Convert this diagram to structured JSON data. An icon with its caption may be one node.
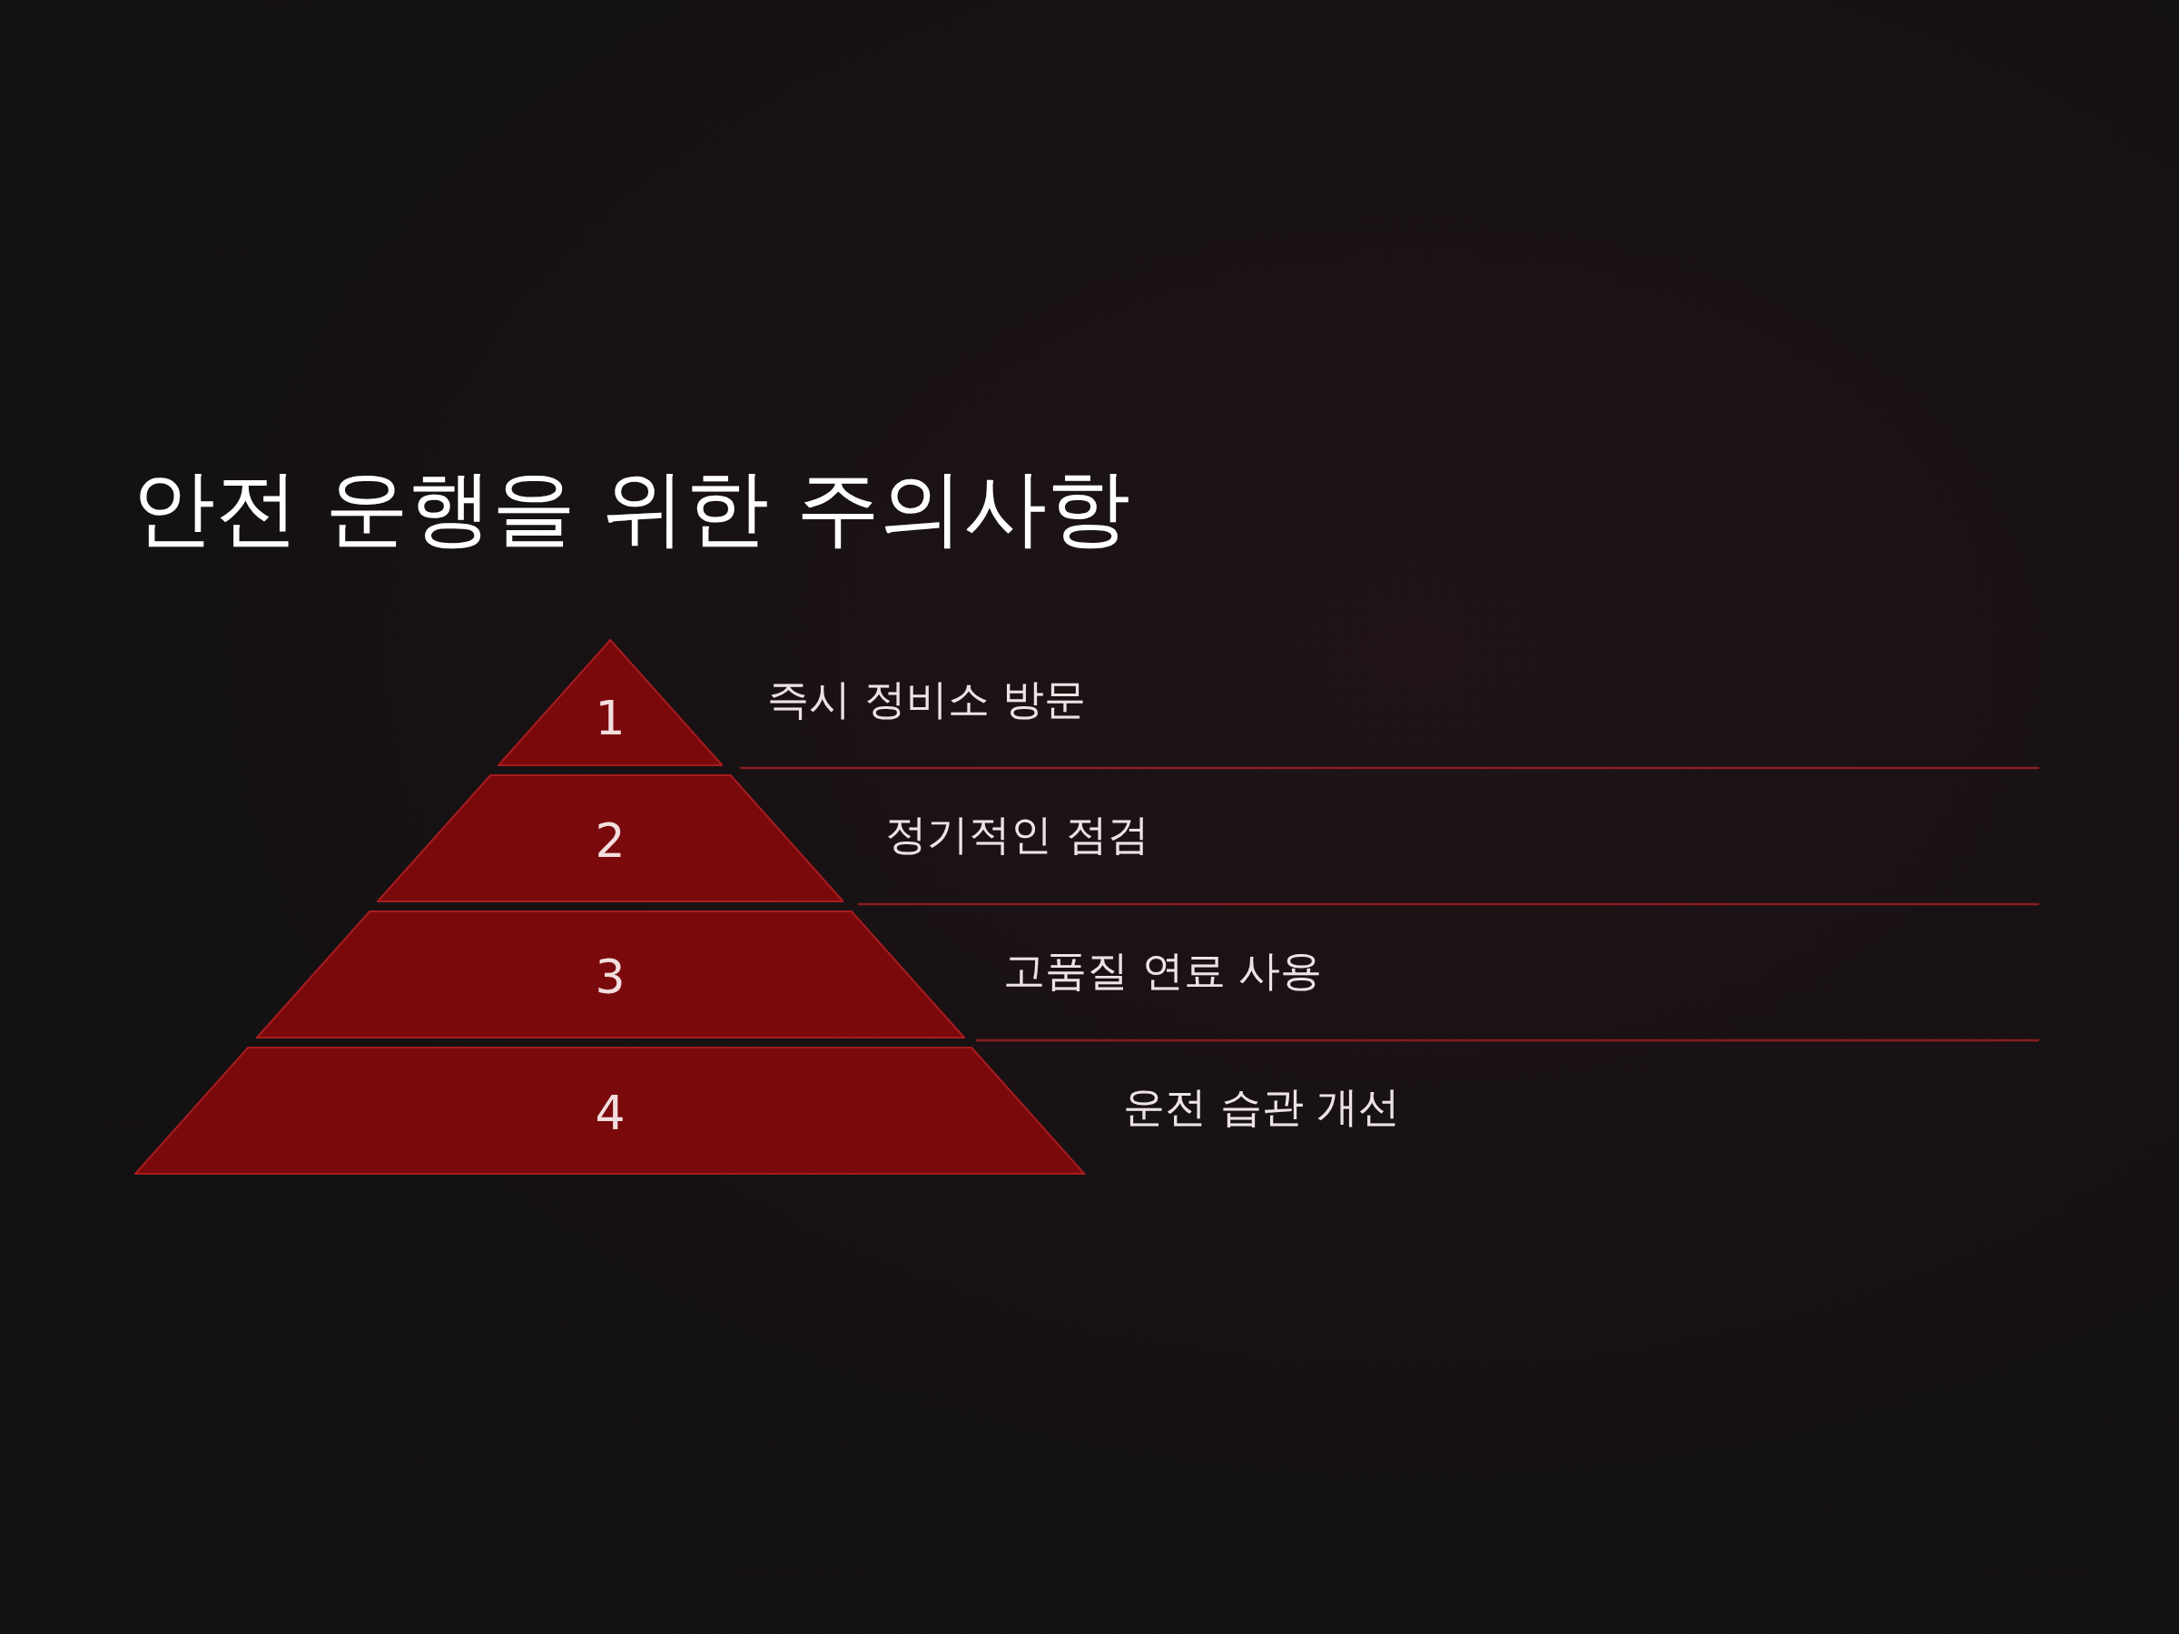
{
  "diagram": {
    "title": "안전 운행을 위한 주의사항",
    "nodes": [
      {
        "text": [
          "1"
        ],
        "beside": [
          "즉시 정비소 방문"
        ]
      },
      {
        "text": [
          "2"
        ],
        "beside": [
          "정기적인 점검"
        ]
      },
      {
        "text": [
          "3"
        ],
        "beside": [
          "고품질 연료 사용"
        ]
      },
      {
        "text": [
          "4"
        ],
        "beside": [
          "운전 습관 개선"
        ]
      }
    ]
  }
}
